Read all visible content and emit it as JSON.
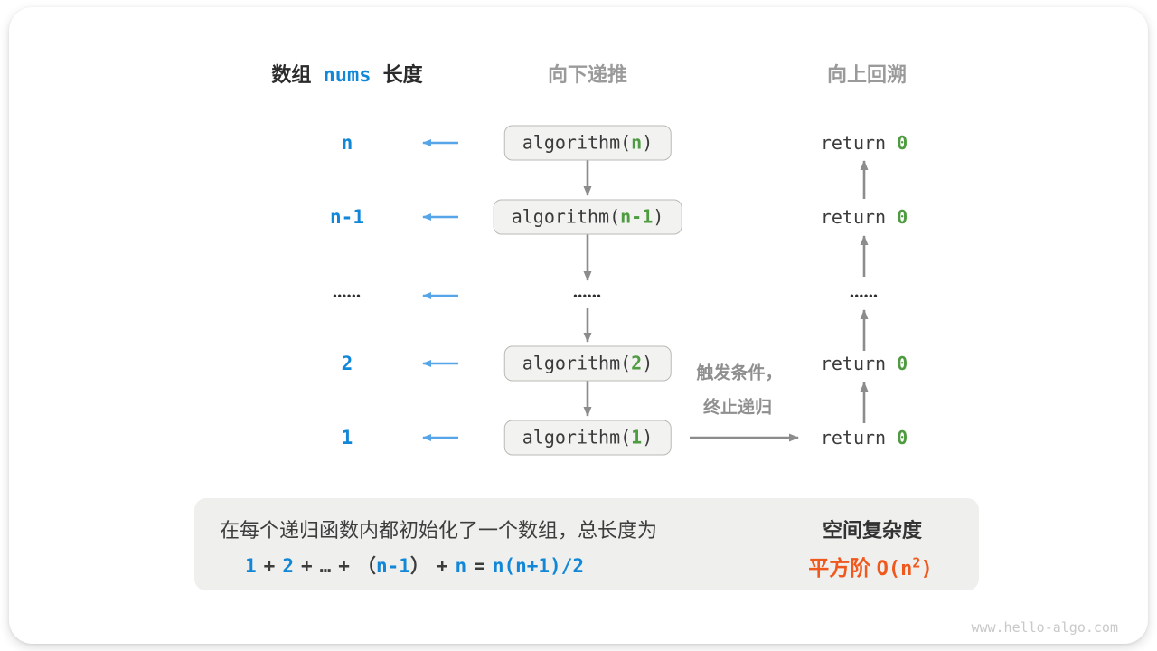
{
  "headers": {
    "array_prefix": "数组",
    "array_code": "nums",
    "array_suffix": "长度",
    "recurse": "向下递推",
    "backtrack": "向上回溯"
  },
  "rows": [
    {
      "size": "n",
      "call_fn": "algorithm(",
      "call_arg": "n",
      "call_close": ")",
      "return_kw": "return ",
      "return_val": "0"
    },
    {
      "size": "n-1",
      "call_fn": "algorithm(",
      "call_arg": "n-1",
      "call_close": ")",
      "return_kw": "return ",
      "return_val": "0"
    },
    {
      "size_dots": "••••••",
      "call_dots": "••••••",
      "return_dots": "••••••"
    },
    {
      "size": "2",
      "call_fn": "algorithm(",
      "call_arg": "2",
      "call_close": ")",
      "return_kw": "return ",
      "return_val": "0"
    },
    {
      "size": "1",
      "call_fn": "algorithm(",
      "call_arg": "1",
      "call_close": ")",
      "return_kw": "return ",
      "return_val": "0"
    }
  ],
  "trigger_note": {
    "line1": "触发条件，",
    "line2": "终止递归"
  },
  "summary": {
    "description": "在每个递归函数内都初始化了一个数组，总长度为",
    "formula": {
      "n1": "1",
      "plus1": "+",
      "n2": "2",
      "plus2": "+",
      "ellipsis": "…",
      "plus3": "+",
      "paren_open": "（",
      "n3": "n-1",
      "paren_close": "）",
      "plus4": "+",
      "n4": "n",
      "equals": "=",
      "result": "n(n+1)/2"
    },
    "complexity_title": "空间复杂度",
    "complexity_prefix": "平方阶",
    "complexity_value_open": "O(n",
    "complexity_exponent": "2",
    "complexity_value_close": ")"
  },
  "watermark": "www.hello-algo.com",
  "colors": {
    "code_blue": "#1287d8",
    "arrow_blue": "#55a5e8",
    "code_green": "#4e9b41",
    "orange": "#f0591d",
    "arrow_gray": "#8c8c8c",
    "box_fill": "#f2f2f0",
    "box_border": "#b9b9b6",
    "summary_fill": "#efefed"
  }
}
